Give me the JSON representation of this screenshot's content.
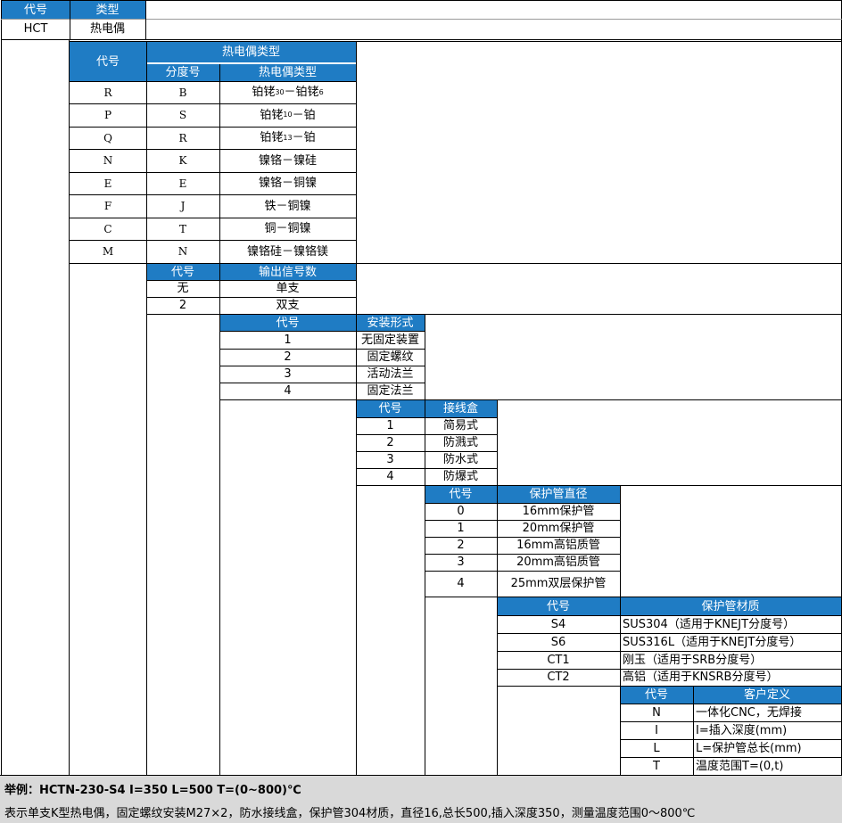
{
  "top": {
    "code_header": "代号",
    "type_header": "类型",
    "code": "HCT",
    "type": "热电偶"
  },
  "tc_type": {
    "code_header": "代号",
    "title": "热电偶类型",
    "grade_header": "分度号",
    "type_header": "热电偶类型",
    "rows": [
      {
        "code": "R",
        "grade": "B",
        "t1": "铂铑",
        "s1": "30",
        "t2": "－铂铑",
        "s2": "6"
      },
      {
        "code": "P",
        "grade": "S",
        "t1": "铂铑",
        "s1": "10",
        "t2": "－铂",
        "s2": ""
      },
      {
        "code": "Q",
        "grade": "R",
        "t1": "铂铑",
        "s1": "13",
        "t2": "－铂",
        "s2": ""
      },
      {
        "code": "N",
        "grade": "K",
        "t1": "镍铬－镍硅",
        "s1": "",
        "t2": "",
        "s2": ""
      },
      {
        "code": "E",
        "grade": "E",
        "t1": "镍铬－铜镍",
        "s1": "",
        "t2": "",
        "s2": ""
      },
      {
        "code": "F",
        "grade": "J",
        "t1": "铁－铜镍",
        "s1": "",
        "t2": "",
        "s2": ""
      },
      {
        "code": "C",
        "grade": "T",
        "t1": "铜－铜镍",
        "s1": "",
        "t2": "",
        "s2": ""
      },
      {
        "code": "M",
        "grade": "N",
        "t1": "镍铬硅－镍铬镁",
        "s1": "",
        "t2": "",
        "s2": ""
      }
    ]
  },
  "signal": {
    "code_header": "代号",
    "title": "输出信号数",
    "rows": [
      {
        "code": "无",
        "label": "单支"
      },
      {
        "code": "2",
        "label": "双支"
      }
    ]
  },
  "mounting": {
    "code_header": "代号",
    "title": "安装形式",
    "rows": [
      {
        "code": "1",
        "label": "无固定装置"
      },
      {
        "code": "2",
        "label": "固定螺纹"
      },
      {
        "code": "3",
        "label": "活动法兰"
      },
      {
        "code": "4",
        "label": "固定法兰"
      }
    ]
  },
  "junction_box": {
    "code_header": "代号",
    "title": "接线盒",
    "rows": [
      {
        "code": "1",
        "label": "简易式"
      },
      {
        "code": "2",
        "label": "防溅式"
      },
      {
        "code": "3",
        "label": "防水式"
      },
      {
        "code": "4",
        "label": "防爆式"
      }
    ]
  },
  "tube_diameter": {
    "code_header": "代号",
    "title": "保护管直径",
    "rows": [
      {
        "code": "0",
        "label": "16mm保护管"
      },
      {
        "code": "1",
        "label": "20mm保护管"
      },
      {
        "code": "2",
        "label": "16mm高铝质管"
      },
      {
        "code": "3",
        "label": "20mm高铝质管"
      },
      {
        "code": "4",
        "label": "25mm双层保护管"
      }
    ]
  },
  "tube_material": {
    "code_header": "代号",
    "title": "保护管材质",
    "rows": [
      {
        "code": "S4",
        "label": "SUS304（适用于KNEJT分度号）"
      },
      {
        "code": "S6",
        "label": "SUS316L（适用于KNEJT分度号）"
      },
      {
        "code": "CT1",
        "label": "刚玉（适用于SRB分度号）"
      },
      {
        "code": "CT2",
        "label": "高铝（适用于KNSRB分度号）"
      }
    ]
  },
  "custom": {
    "code_header": "代号",
    "title": "客户定义",
    "rows": [
      {
        "code": "N",
        "label": "一体化CNC，无焊接"
      },
      {
        "code": "I",
        "label": "I=插入深度(mm)"
      },
      {
        "code": "L",
        "label": "L=保护管总长(mm)"
      },
      {
        "code": "T",
        "label": "温度范围T=(0,t)"
      }
    ]
  },
  "footer": {
    "example": "举例：HCTN-230-S4 I=350 L=500 T=(0~800)℃",
    "description": "表示单支K型热电偶，固定螺纹安装M27×2，防水接线盒，保护管304材质，直径16,总长500,插入深度350，测量温度范围0～800℃"
  },
  "colors": {
    "header_bg": "#1f7cc4",
    "header_text": "#ffffff",
    "footer_bg": "#d9d9d9"
  }
}
